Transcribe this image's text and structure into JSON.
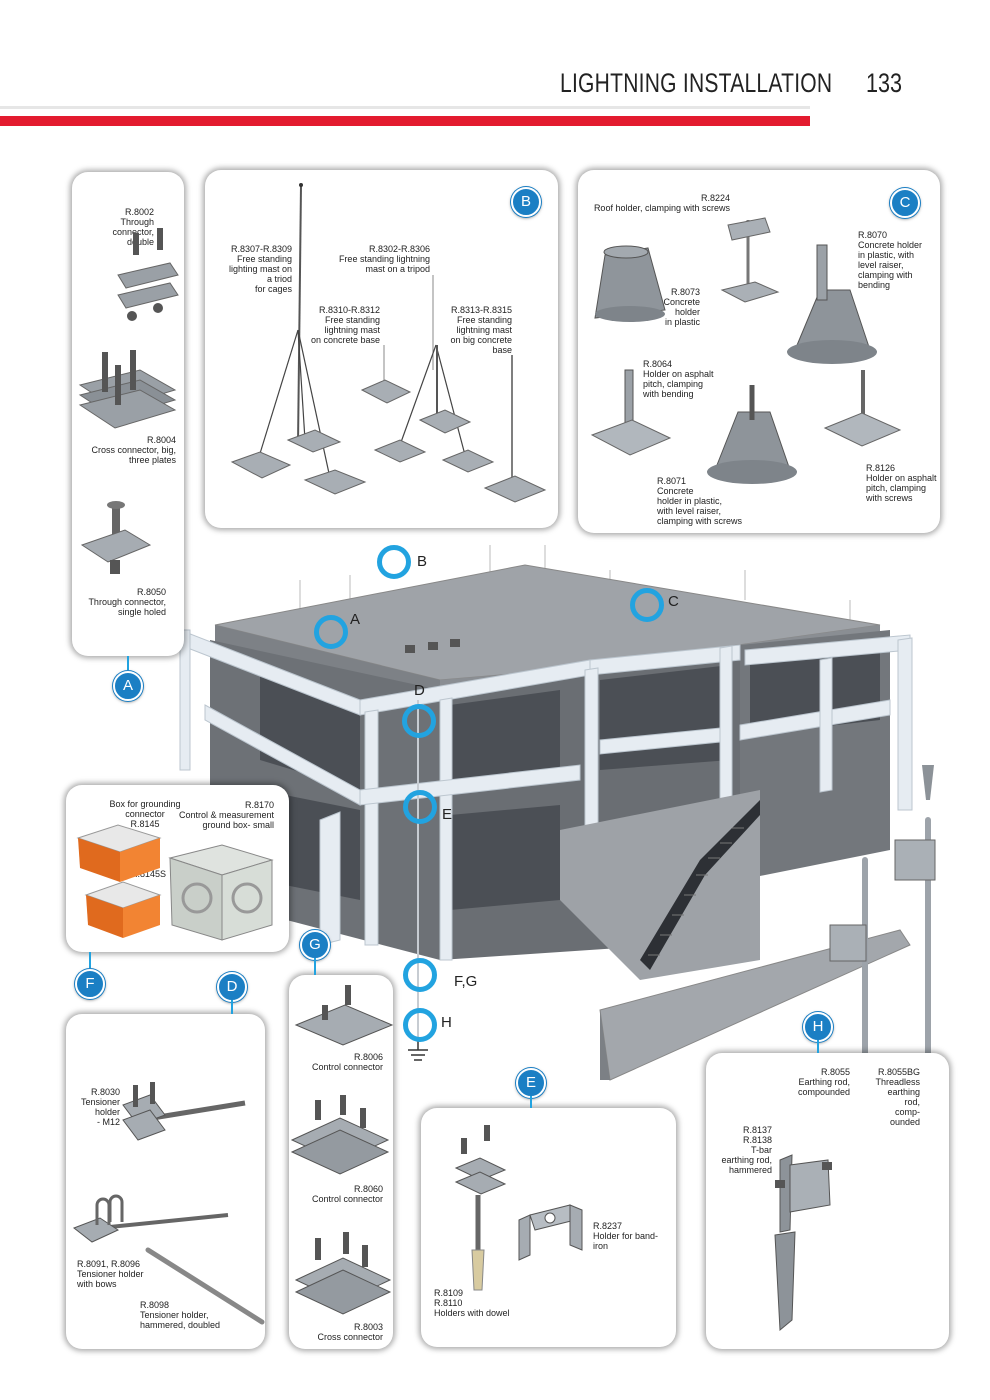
{
  "header": {
    "title": "LIGHTNING INSTALLATION",
    "page_number": "133"
  },
  "colors": {
    "accent_red": "#e31b2f",
    "badge_blue": "#1b7fc4",
    "ring_blue": "#22a3e0"
  },
  "panel_a": {
    "badge": "A",
    "items": [
      {
        "code": "R.8002",
        "desc": "Through\nconnector,\ndouble"
      },
      {
        "code": "R.8004",
        "desc": "Cross connector, big,\nthree plates"
      },
      {
        "code": "R.8050",
        "desc": "Through connector,\nsingle holed"
      }
    ]
  },
  "panel_b": {
    "badge": "B",
    "items": [
      {
        "code": "R.8307-R.8309",
        "desc": "Free standing\nlighting mast on\na triod\nfor cages"
      },
      {
        "code": "R.8302-R.8306",
        "desc": "Free standing lightning\nmast on a tripod"
      },
      {
        "code": "R.8310-R.8312",
        "desc": "Free standing\nlightning mast\non concrete base"
      },
      {
        "code": "R.8313-R.8315",
        "desc": "Free standing\nlightning mast\non big concrete\nbase"
      }
    ]
  },
  "panel_c": {
    "badge": "C",
    "items": [
      {
        "code": "R.8224",
        "desc": "Roof holder, clamping with screws"
      },
      {
        "code": "R.8070",
        "desc": "Concrete holder\nin plastic, with\nlevel raiser,\nclamping with\nbending"
      },
      {
        "code": "R.8073",
        "desc": "Concrete\nholder\nin plastic"
      },
      {
        "code": "R.8064",
        "desc": "Holder on asphalt\npitch, clamping\nwith bending"
      },
      {
        "code": "R.8071",
        "desc": "Concrete\nholder in plastic,\nwith level raiser,\nclamping with screws"
      },
      {
        "code": "R.8126",
        "desc": "Holder on asphalt\npitch, clamping\nwith screws"
      }
    ]
  },
  "panel_f": {
    "badge": "F",
    "items": [
      {
        "code": "R.8145",
        "desc": "Box for grounding\nconnector"
      },
      {
        "code": "R.8170",
        "desc": "Control & measurement\nground box- small"
      },
      {
        "code": "R.8145S",
        "desc": ""
      }
    ]
  },
  "panel_d": {
    "badge": "D",
    "items": [
      {
        "code": "R.8030",
        "desc": "Tensioner\nholder\n- M12"
      },
      {
        "code": "R.8091, R.8096",
        "desc": "Tensioner holder\nwith bows"
      },
      {
        "code": "R.8098",
        "desc": "Tensioner holder,\nhammered, doubled"
      }
    ]
  },
  "panel_g": {
    "badge": "G",
    "items": [
      {
        "code": "R.8006",
        "desc": "Control connector"
      },
      {
        "code": "R.8060",
        "desc": "Control connector"
      },
      {
        "code": "R.8003",
        "desc": "Cross connector"
      }
    ]
  },
  "panel_e": {
    "badge": "E",
    "items": [
      {
        "code": "R.8237",
        "desc": "Holder for band-iron"
      },
      {
        "code": "R.8109\nR.8110",
        "desc": "Holders with dowel"
      }
    ]
  },
  "panel_h": {
    "badge": "H",
    "items": [
      {
        "code": "R.8055",
        "desc": "Earthing rod,\ncompounded"
      },
      {
        "code": "R.8055BG",
        "desc": "Threadless\nearthing\nrod,\ncomp-\nounded"
      },
      {
        "code": "R.8137\nR.8138",
        "desc": "T-bar\nearthing rod,\nhammered"
      }
    ]
  },
  "building_markers": [
    "A",
    "B",
    "C",
    "D",
    "E",
    "F,G",
    "H"
  ]
}
